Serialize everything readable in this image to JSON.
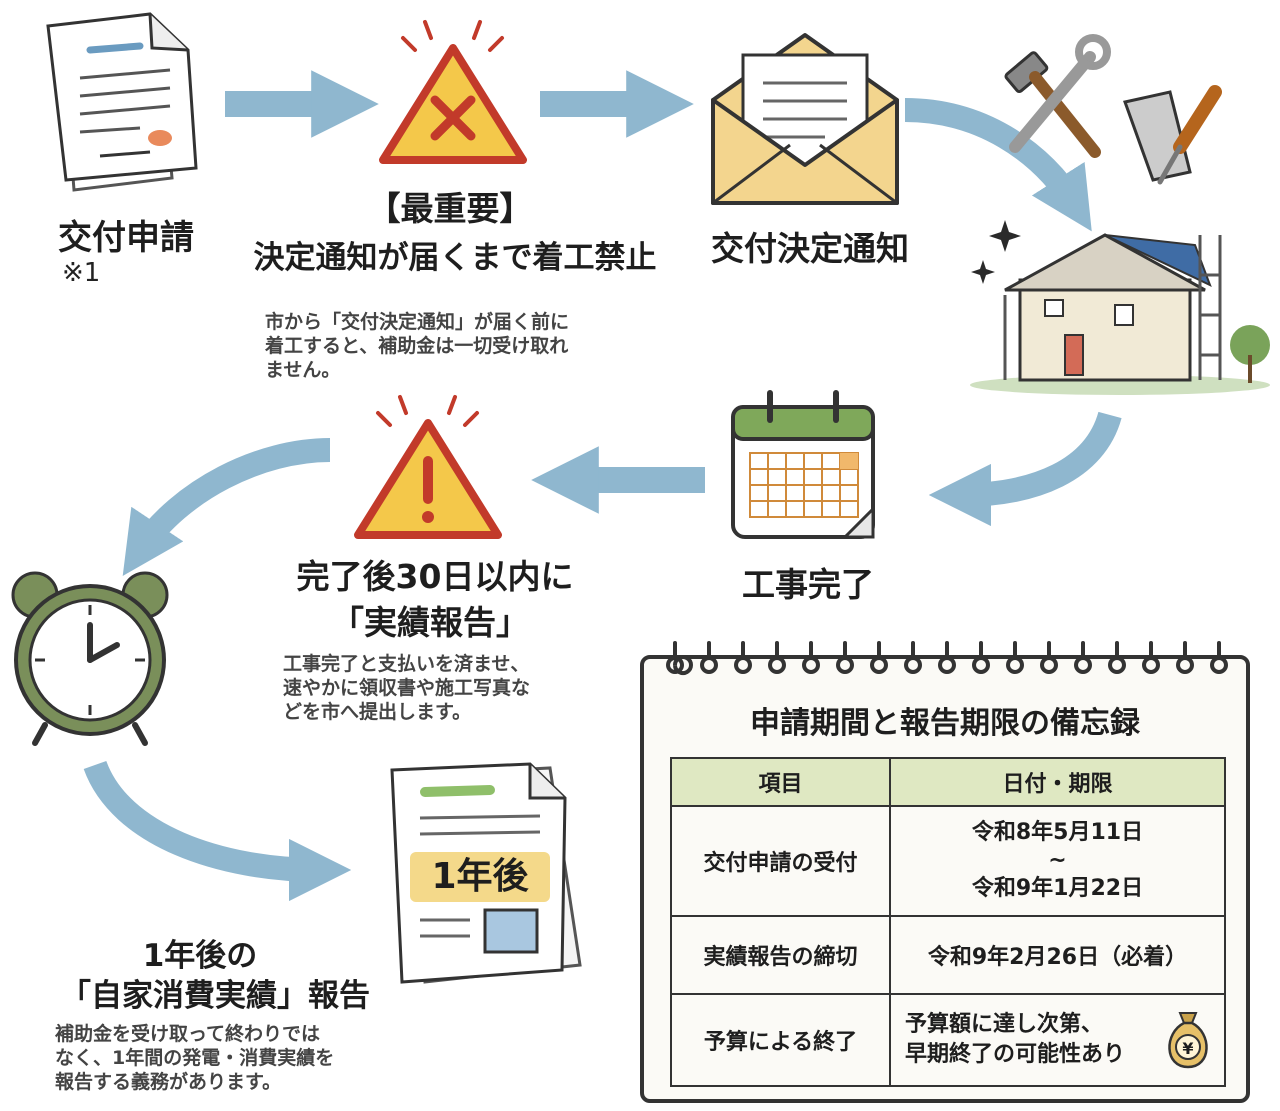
{
  "steps": {
    "application": {
      "title": "交付申請",
      "note": "※1"
    },
    "warning_no_start": {
      "title_line1": "【最重要】",
      "title_line2": "決定通知が届くまで着工禁止",
      "description": [
        "市から「交付決定通知」が届く前に",
        "着工すると、補助金は一切受け取れ",
        "ません。"
      ]
    },
    "decision_notice": {
      "title": "交付決定通知"
    },
    "construction_complete": {
      "title": "工事完了"
    },
    "report_within_30": {
      "title_line1": "完了後30日以内に",
      "title_line2": "「実績報告」",
      "description": [
        "工事完了と支払いを済ませ、",
        "速やかに領収書や施工写真な",
        "どを市へ提出します。"
      ]
    },
    "one_year_report": {
      "title_line1": "1年後の",
      "title_line2": "「自家消費実績」報告",
      "description": [
        "補助金を受け取って終わりでは",
        "なく、1年間の発電・消費実績を",
        "報告する義務があります。"
      ]
    }
  },
  "document_badge": "1年後",
  "memo": {
    "title": "申請期間と報告期限の備忘録",
    "headers": [
      "項目",
      "日付・期限"
    ],
    "rows": [
      {
        "item": "交付申請の受付",
        "date_lines": [
          "令和8年5月11日",
          "~",
          "令和9年1月22日"
        ]
      },
      {
        "item": "実績報告の締切",
        "date_lines": [
          "令和9年2月26日（必着）"
        ]
      },
      {
        "item": "予算による終了",
        "date_lines": [
          "予算額に達し次第、",
          "早期終了の可能性あり"
        ]
      }
    ],
    "yen_symbol": "¥"
  },
  "colors": {
    "arrow": "#8fb7cf",
    "warning": "#f4c84a",
    "warning_outline": "#c23a2a",
    "envelope": "#f3d58e",
    "clock": "#7a8f5a",
    "table_header": "#dfe8c2"
  },
  "icons": [
    "document-icon",
    "warning-x-icon",
    "envelope-icon",
    "tools-icon",
    "house-icon",
    "calendar-icon",
    "warning-exclamation-icon",
    "alarm-clock-icon",
    "report-document-icon",
    "money-bag-icon"
  ]
}
